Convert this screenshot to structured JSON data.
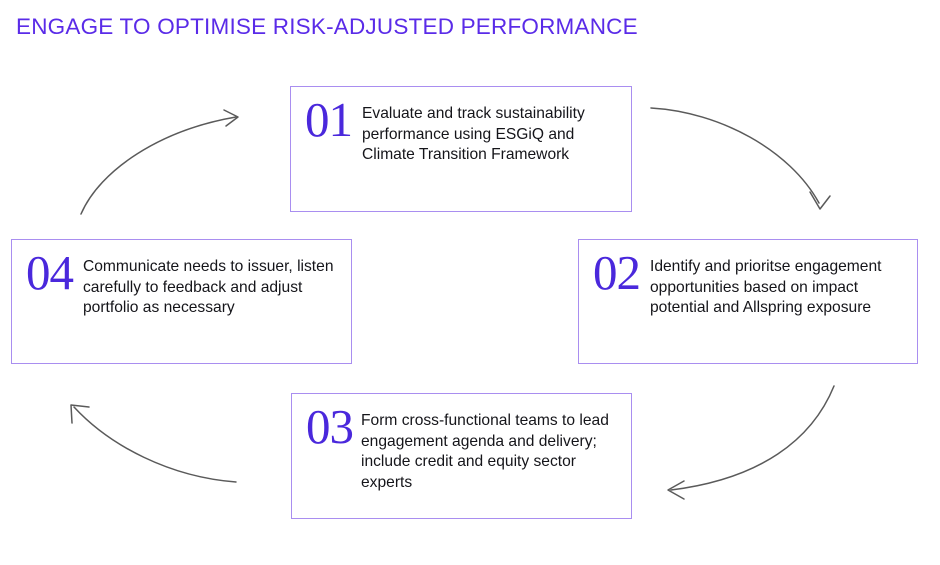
{
  "page": {
    "title": "ENGAGE TO OPTIMISE RISK-ADJUSTED PERFORMANCE",
    "background_color": "#FFFFFF",
    "title_color": "#5A2BE8",
    "box_border_color": "#A98EF0",
    "numeral_color": "#4A28DC",
    "body_text_color": "#15151A",
    "arrow_color": "#5A5A5A"
  },
  "steps": [
    {
      "number": "01",
      "text": "Evaluate and track sustainability performance using ESGiQ and Climate Transition Framework"
    },
    {
      "number": "02",
      "text": "Identify and prioritse engagement opportunities based on impact potential and Allspring exposure"
    },
    {
      "number": "03",
      "text": "Form cross-functional teams to lead engagement agenda and delivery; include credit and equity sector experts"
    },
    {
      "number": "04",
      "text": "Communicate needs to issuer, listen carefully to feedback and adjust portfolio as necessary"
    }
  ],
  "arrows": [
    {
      "name": "arrow-04-to-01",
      "direction": "clockwise-top-left"
    },
    {
      "name": "arrow-01-to-02",
      "direction": "clockwise-top-right"
    },
    {
      "name": "arrow-02-to-03",
      "direction": "clockwise-bottom-right"
    },
    {
      "name": "arrow-03-to-04",
      "direction": "clockwise-bottom-left"
    }
  ]
}
